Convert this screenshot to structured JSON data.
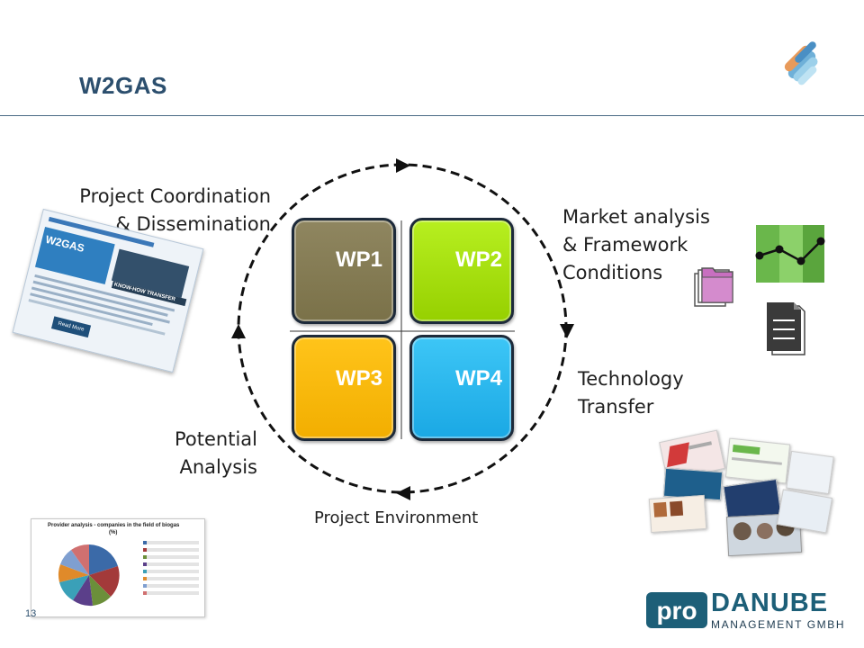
{
  "slide": {
    "title": "W2GAS",
    "page_number": "13"
  },
  "cycle": {
    "work_packages": [
      {
        "id": "WP1",
        "label": "WP1",
        "color": "#867c53"
      },
      {
        "id": "WP2",
        "label": "WP2",
        "color": "#a6e00a"
      },
      {
        "id": "WP3",
        "label": "WP3",
        "color": "#f7b800"
      },
      {
        "id": "WP4",
        "label": "WP4",
        "color": "#2ab8f0"
      }
    ],
    "labels": {
      "coordination_1": "Project Coordination",
      "coordination_2": "& Dissemination",
      "market_1": "Market analysis",
      "market_2": "& Framework",
      "market_3": "Conditions",
      "technology_1": "Technology",
      "technology_2": "Transfer",
      "potential_1": "Potential",
      "potential_2": "Analysis",
      "environment": "Project Environment"
    }
  },
  "thumbnails": {
    "pie_chart_title": "Provider analysis - companies in the field of biogas",
    "pie_chart_unit": "(%)",
    "flyer_title": "W2GAS",
    "flyer_banner": "KNOW-HOW TRANSFER",
    "flyer_button": "Read More"
  },
  "logo": {
    "mark": "pro",
    "name": "DANUBE",
    "subtitle": "MANAGEMENT GMBH",
    "colors": {
      "primary": "#1d5f78",
      "accent": "#4db3c9"
    }
  },
  "icons": [
    "w2gas-logo-icon",
    "folder-icon",
    "line-chart-icon",
    "document-icon",
    "photo-collage-icon",
    "flyer-icon",
    "pie-chart-icon"
  ]
}
